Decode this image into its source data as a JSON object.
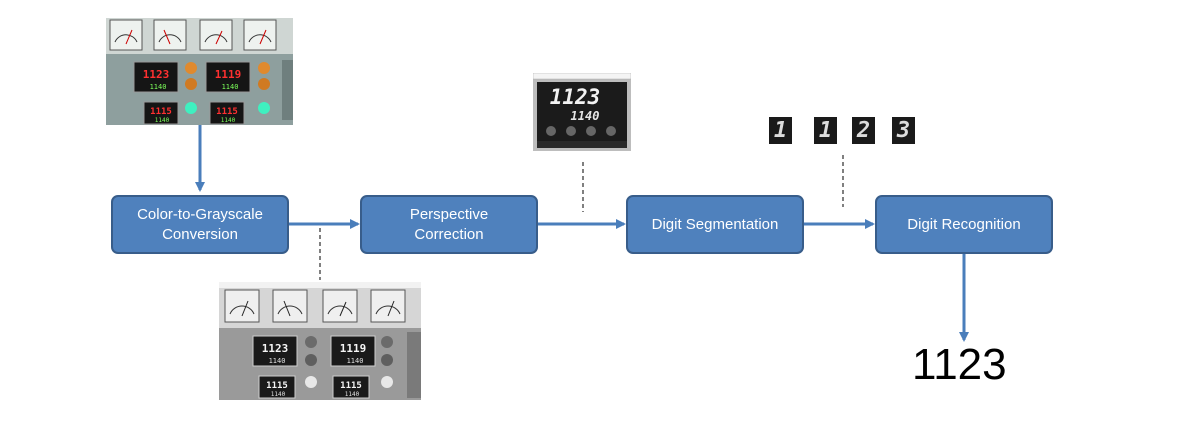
{
  "colors": {
    "box_fill": "#4f81bd",
    "box_border": "#385d8a",
    "box_text": "#ffffff",
    "arrow": "#4a7ebb",
    "seven_segment_red": "#ff3030",
    "seven_segment_green": "#7cff5a"
  },
  "steps": [
    {
      "label_1": "Color-to-Grayscale",
      "label_2": "Conversion"
    },
    {
      "label_1": "Perspective",
      "label_2": "Correction"
    },
    {
      "label_1": "Digit Segmentation"
    },
    {
      "label_1": "Digit Recognition"
    }
  ],
  "color_photo": {
    "panel_readings": [
      {
        "top": "1123",
        "bottom": "1140"
      },
      {
        "top": "1119",
        "bottom": "1140"
      },
      {
        "top": "1115",
        "bottom": "1140"
      },
      {
        "top": "1115",
        "bottom": "1140"
      }
    ]
  },
  "gray_photo": {
    "panel_readings": [
      {
        "top": "1123",
        "bottom": "1140"
      },
      {
        "top": "1119",
        "bottom": "1140"
      },
      {
        "top": "1115",
        "bottom": "1140"
      },
      {
        "top": "1115",
        "bottom": "1140"
      }
    ]
  },
  "corrected_display": {
    "top": "1123",
    "bottom": "1140"
  },
  "segmented_digits": [
    "1",
    "1",
    "2",
    "3"
  ],
  "result": "1123",
  "icons": [
    "meter-gauge-icon",
    "indicator-light-icon",
    "button-icon",
    "window-titlebar-icon"
  ]
}
